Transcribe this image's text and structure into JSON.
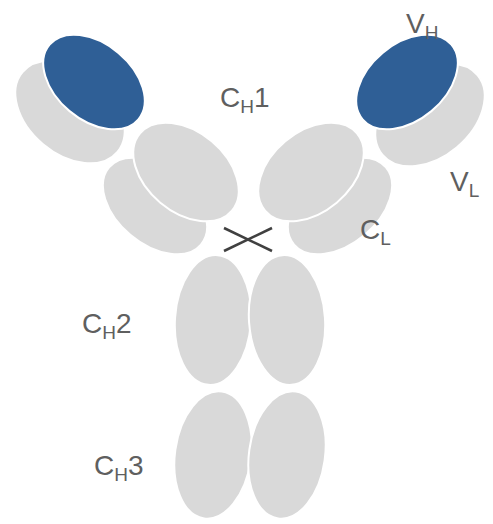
{
  "diagram": {
    "labels": [
      "VH",
      "VL",
      "CH1",
      "CL",
      "CH2",
      "CH3"
    ]
  }
}
